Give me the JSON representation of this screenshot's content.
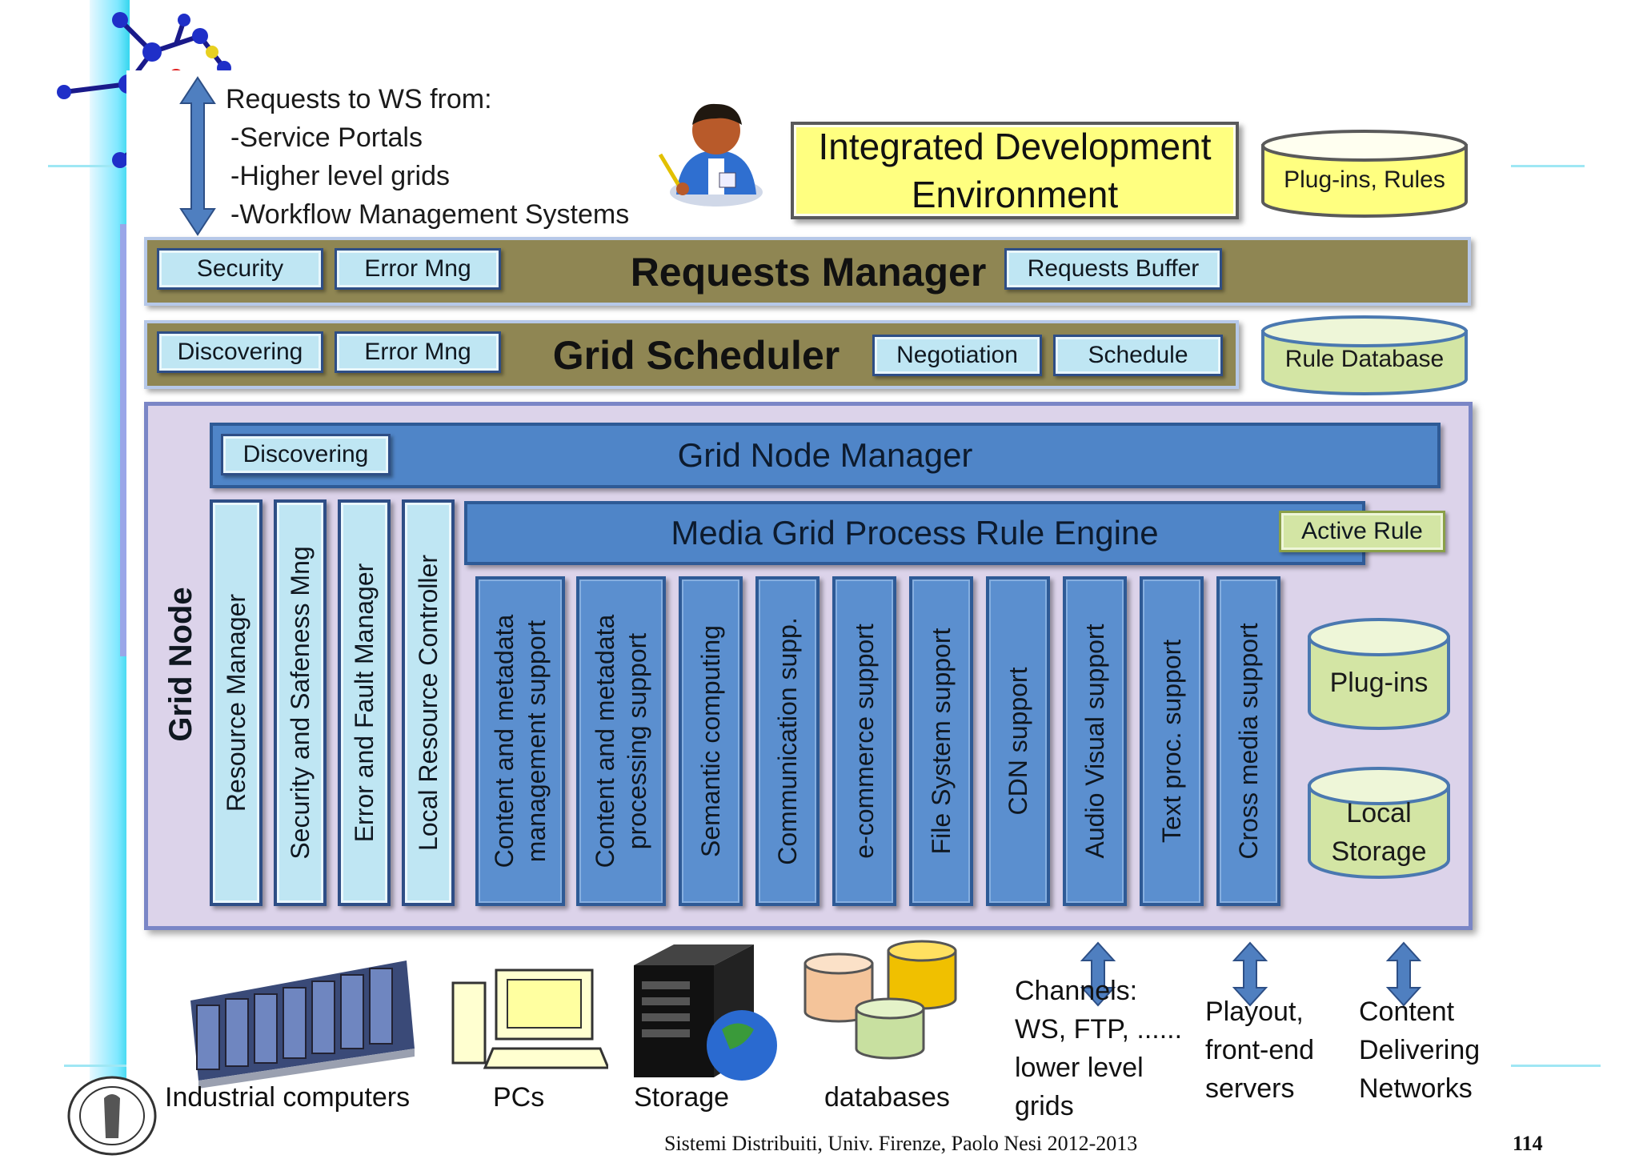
{
  "requests_header": {
    "title": "Requests to WS from:",
    "items": [
      "-Service Portals",
      "-Higher level grids",
      "-Workflow Management Systems"
    ]
  },
  "ide": {
    "line1": "Integrated Development",
    "line2": "Environment"
  },
  "cylinders": {
    "plugins_rules": "Plug-ins, Rules",
    "rule_database": "Rule Database",
    "plugins": "Plug-ins",
    "local_storage_1": "Local",
    "local_storage_2": "Storage"
  },
  "requests_manager": {
    "title": "Requests Manager",
    "security": "Security",
    "error_mng": "Error Mng",
    "requests_buffer": "Requests Buffer"
  },
  "grid_scheduler": {
    "title": "Grid Scheduler",
    "discovering": "Discovering",
    "error_mng": "Error Mng",
    "negotiation": "Negotiation",
    "schedule": "Schedule"
  },
  "grid_node": {
    "label": "Grid Node",
    "manager_title": "Grid Node Manager",
    "discovering": "Discovering",
    "rule_engine": "Media Grid Process Rule Engine",
    "active_rule": "Active Rule",
    "left_columns": [
      "Resource Manager",
      "Security and Safeness Mng",
      "Error and Fault Manager",
      "Local Resource Controller"
    ],
    "support_columns": [
      {
        "l1": "Content and metadata",
        "l2": "management support"
      },
      {
        "l1": "Content and metadata",
        "l2": "processing support"
      },
      {
        "l1": "Semantic computing",
        "l2": ""
      },
      {
        "l1": "Communication supp.",
        "l2": ""
      },
      {
        "l1": "e-commerce support",
        "l2": ""
      },
      {
        "l1": "File System support",
        "l2": ""
      },
      {
        "l1": "CDN support",
        "l2": ""
      },
      {
        "l1": "Audio Visual support",
        "l2": ""
      },
      {
        "l1": "Text proc. support",
        "l2": ""
      },
      {
        "l1": "Cross media support",
        "l2": ""
      }
    ]
  },
  "bottom": {
    "industrial": "Industrial computers",
    "pcs": "PCs",
    "storage": "Storage",
    "databases": "databases",
    "channels": [
      "Channels:",
      "WS, FTP, ......",
      "lower level",
      "grids"
    ],
    "playout": [
      "Playout,",
      "front-end",
      "servers"
    ],
    "cdn": [
      "Content",
      "Delivering",
      "Networks"
    ]
  },
  "footer": {
    "text": "Sistemi Distribuiti, Univ. Firenze, Paolo Nesi 2012-2013",
    "page": "114"
  },
  "colors": {
    "bar": "#8f8653",
    "light_chip": "#bfe6f3",
    "blue": "#4f85c8",
    "green": "#d3e5a4",
    "yellow": "#ffff80",
    "node_bg": "#dcd3ea"
  }
}
